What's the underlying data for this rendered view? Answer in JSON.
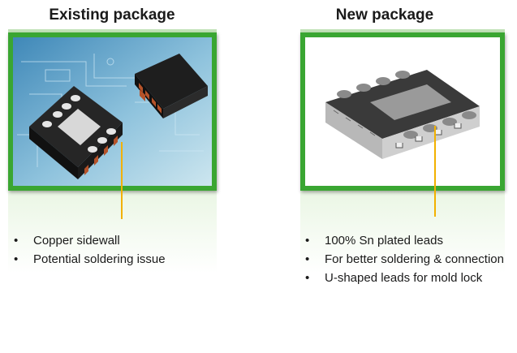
{
  "left": {
    "heading": "Existing package",
    "bullets": [
      "Copper  sidewall",
      "Potential soldering issue"
    ]
  },
  "right": {
    "heading": "New package",
    "bullets": [
      "100% Sn plated leads",
      "For better soldering & connection",
      "U-shaped leads for mold lock"
    ]
  },
  "colors": {
    "frame_border": "#3aa632",
    "arrow": "#f2b100",
    "copper": "#b5532a",
    "chip_body": "#2a2a2a"
  }
}
